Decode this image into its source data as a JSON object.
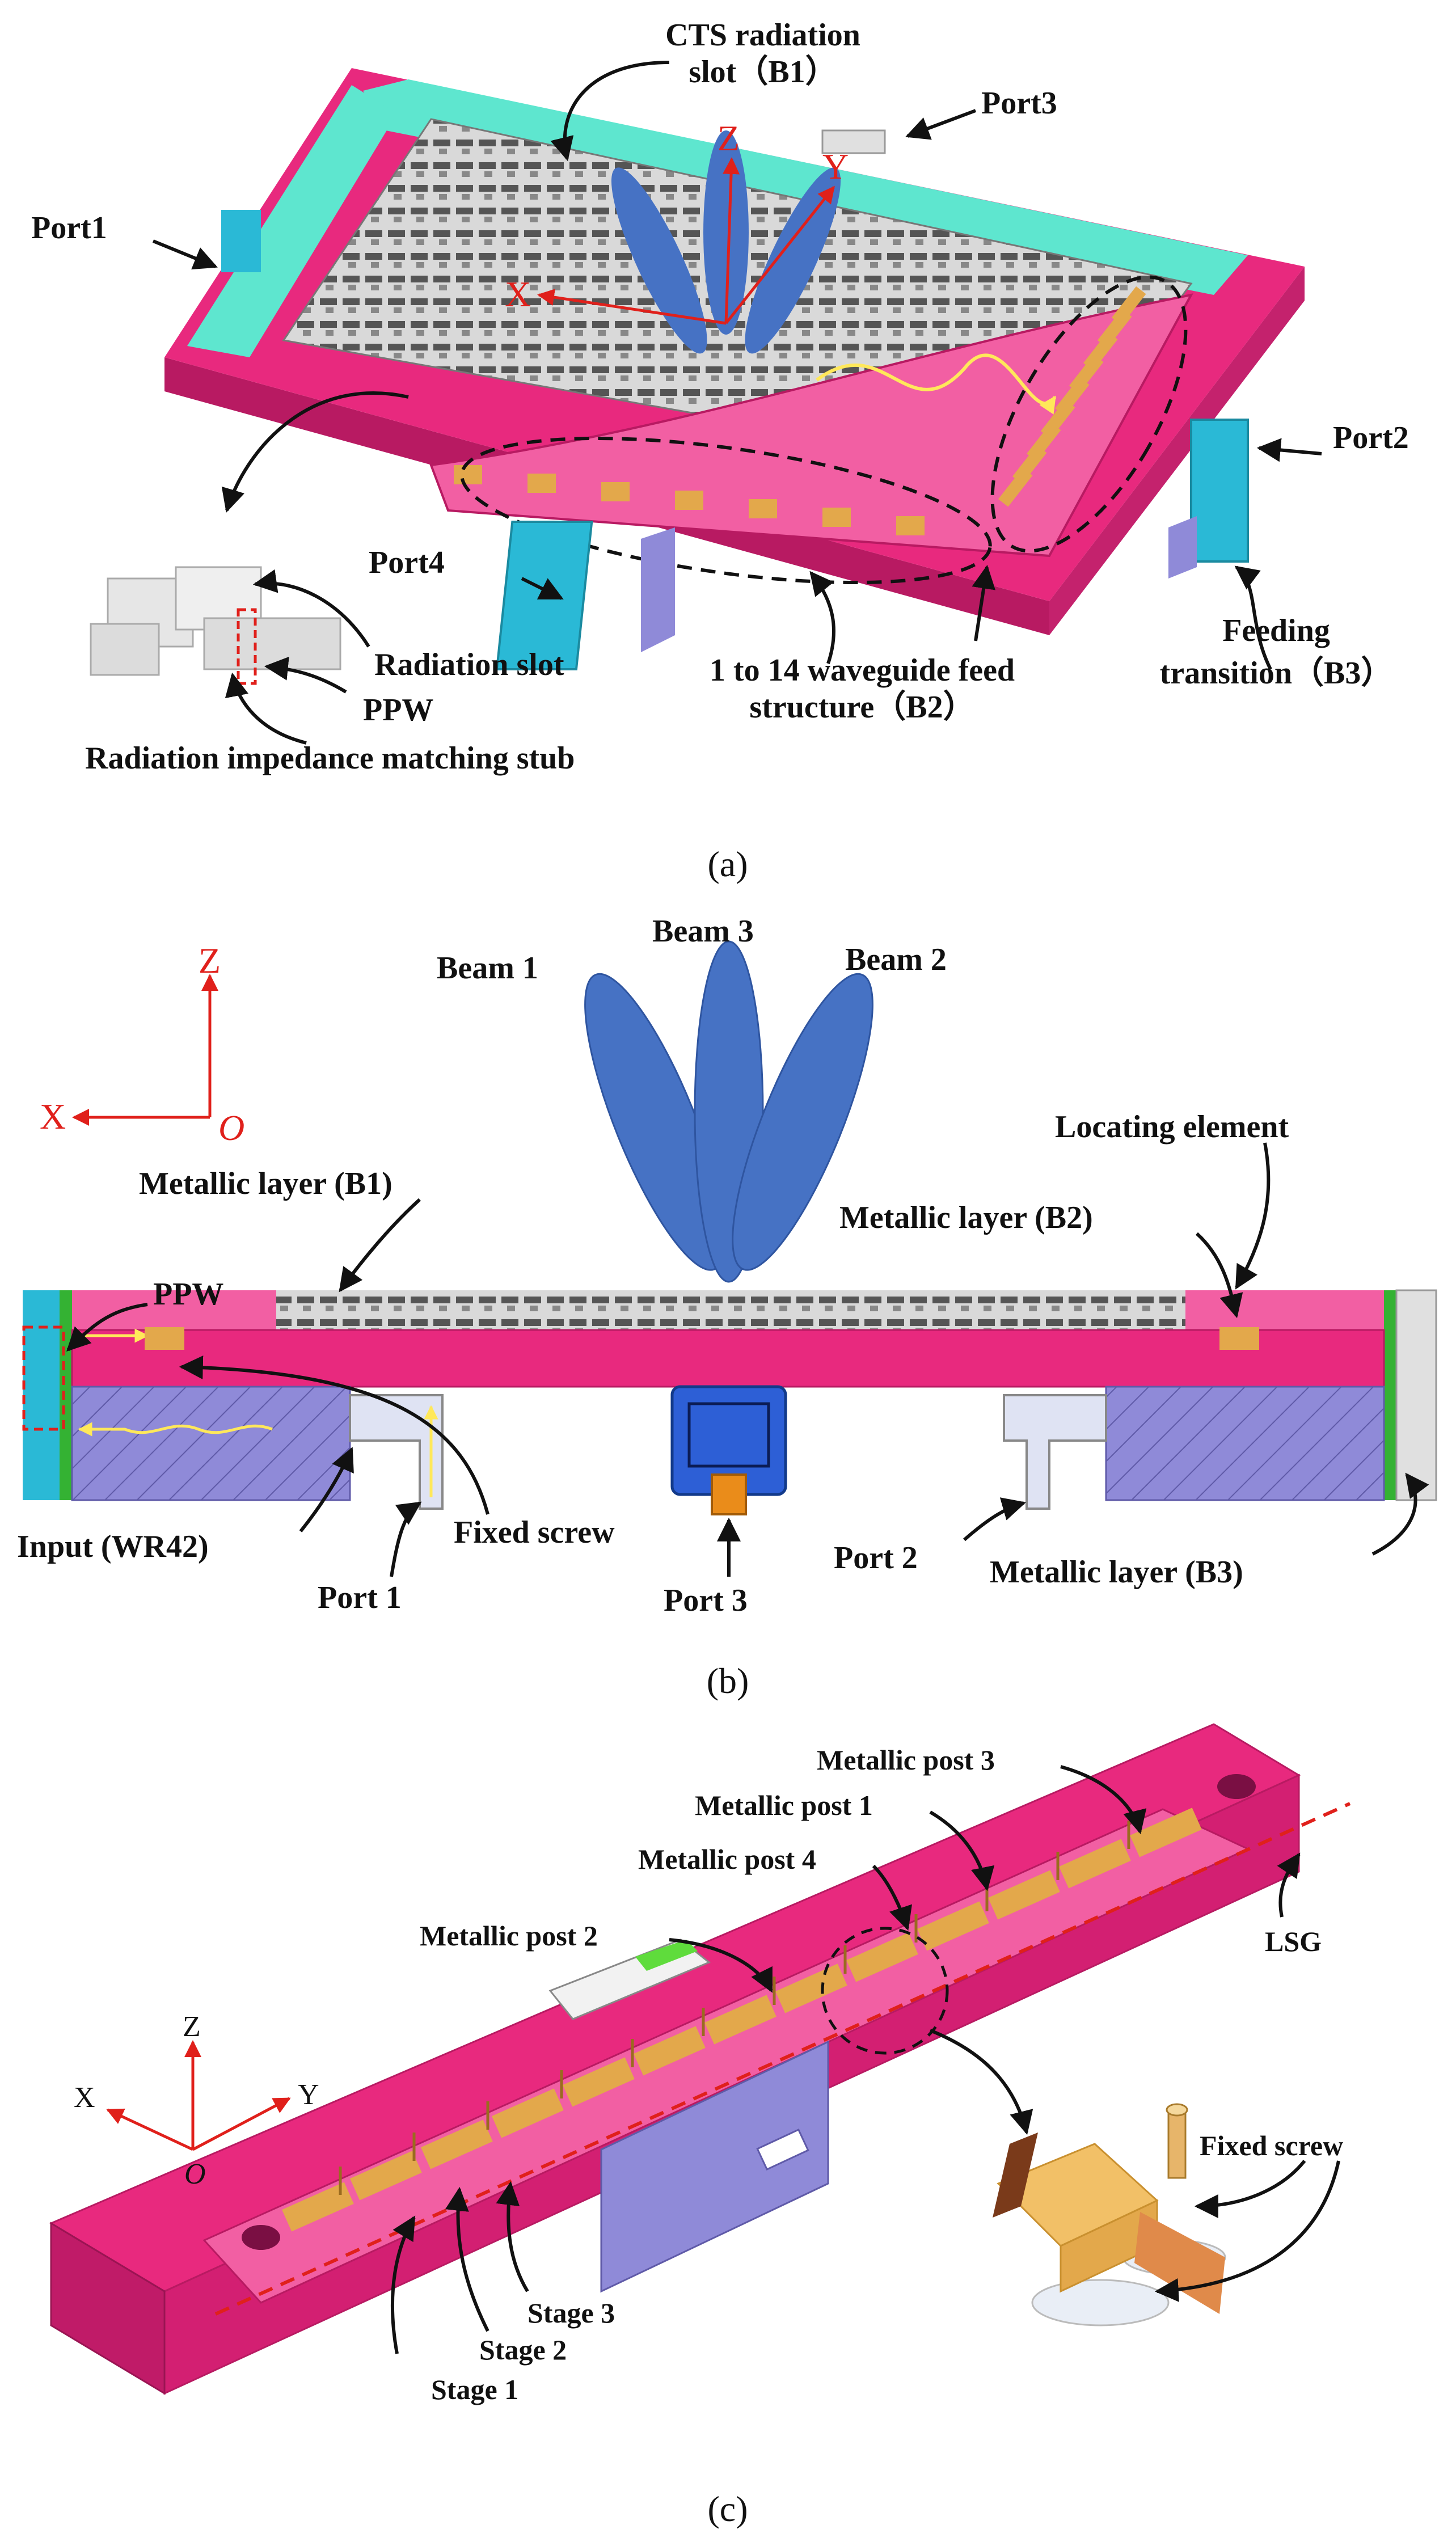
{
  "panel_a": {
    "caption": "(a)",
    "labels": {
      "cts_line1": "CTS radiation",
      "cts_line2": "slot（B1）",
      "port1": "Port1",
      "port2": "Port2",
      "port3": "Port3",
      "port4": "Port4",
      "radiation_slot": "Radiation slot",
      "ppw": "PPW",
      "matching_stub": "Radiation impedance matching stub",
      "feed_line1": "1 to 14 waveguide feed",
      "feed_line2": "structure（B2）",
      "feeding_line1": "Feeding",
      "feeding_line2": "transition（B3）",
      "axis_x": "X",
      "axis_y": "Y",
      "axis_z": "Z"
    }
  },
  "panel_b": {
    "caption": "(b)",
    "labels": {
      "beam1": "Beam 1",
      "beam2": "Beam 2",
      "beam3": "Beam 3",
      "metal_b1": "Metallic layer (B1)",
      "metal_b2": "Metallic layer (B2)",
      "metal_b3": "Metallic layer (B3)",
      "locating": "Locating element",
      "ppw": "PPW",
      "input": "Input (WR42)",
      "port1": "Port 1",
      "port2": "Port 2",
      "port3": "Port 3",
      "fixed_screw": "Fixed screw",
      "axis_x": "X",
      "axis_z": "Z",
      "axis_o": "O"
    }
  },
  "panel_c": {
    "caption": "(c)",
    "labels": {
      "post1": "Metallic post 1",
      "post2": "Metallic post 2",
      "post3": "Metallic post 3",
      "post4": "Metallic post 4",
      "lsg": "LSG",
      "fixed_screw": "Fixed screw",
      "stage1": "Stage 1",
      "stage2": "Stage 2",
      "stage3": "Stage 3",
      "axis_x": "X",
      "axis_y": "Y",
      "axis_z": "Z",
      "axis_o": "O"
    }
  },
  "colors": {
    "magenta": "#e8297e",
    "magenta_dark": "#b81a62",
    "magenta_light": "#f25fa3",
    "teal": "#5ee6cf",
    "cyan": "#2ab9d6",
    "blue_beam": "#4672c4",
    "violet": "#8f8ad8",
    "gold": "#e3a84b",
    "gray": "#c9c9c9",
    "red_axis": "#e0201b"
  }
}
